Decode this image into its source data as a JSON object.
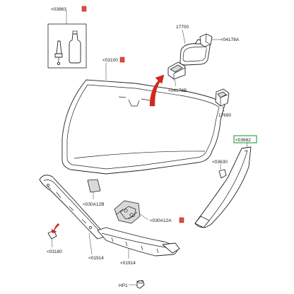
{
  "labels": {
    "p03863": "<03863",
    "p17700": "17700",
    "p04178A": "<04178A",
    "p03100": "<03100",
    "p04178B": "<04178B",
    "p17690": "17690",
    "p03682": "<03682",
    "p03630": "<03630",
    "p030A12B": "<030A12B",
    "p030A12A": "<030A12A",
    "p03180": "<03180",
    "p01914a": "<01914",
    "p01914b": "<01914",
    "pHP1": "HP1"
  },
  "colors": {
    "reference_tag": "#e8473e",
    "highlight_box": "#2fa84a",
    "fitting_arrow": "#d8261d"
  }
}
